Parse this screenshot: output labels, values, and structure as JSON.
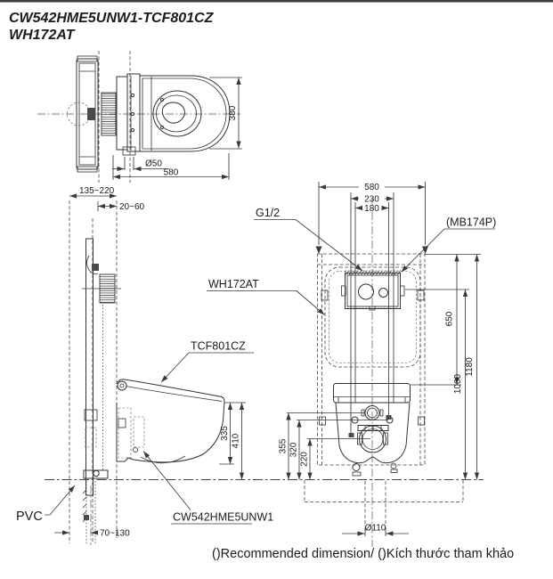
{
  "title": {
    "line1": "CW542HME5UNW1-TCF801CZ",
    "line2": "WH172AT"
  },
  "footer": {
    "note": "()Recommended dimension/ ()Kích thước tham khảo"
  },
  "labels": {
    "inlet": "G1/2",
    "panel": "(MB174P)",
    "frame": "WH172AT",
    "washlet": "TCF801CZ",
    "bowl": "CW542HME5UNW1",
    "pipe_material": "PVC"
  },
  "dimensions": {
    "top_view": {
      "bowl_width": "380",
      "total_depth": "580",
      "flush_pipe": "Ø50"
    },
    "side_view": {
      "wall_depth": "135~220",
      "gap": "20~60",
      "body_height": "335",
      "rim_height": "410",
      "drain_offset": "70~130"
    },
    "front_view": {
      "frame_width": "580",
      "tank_width": "230",
      "panel_width": "180",
      "height_650": "650",
      "height_1000": "1000",
      "height_1180": "1180",
      "level_355": "355",
      "level_320": "320",
      "level_220": "220",
      "drain_pipe": "Ø110"
    }
  },
  "colors": {
    "line": "#3a3a3a",
    "text": "#1b1b1b",
    "background": "#ffffff"
  }
}
